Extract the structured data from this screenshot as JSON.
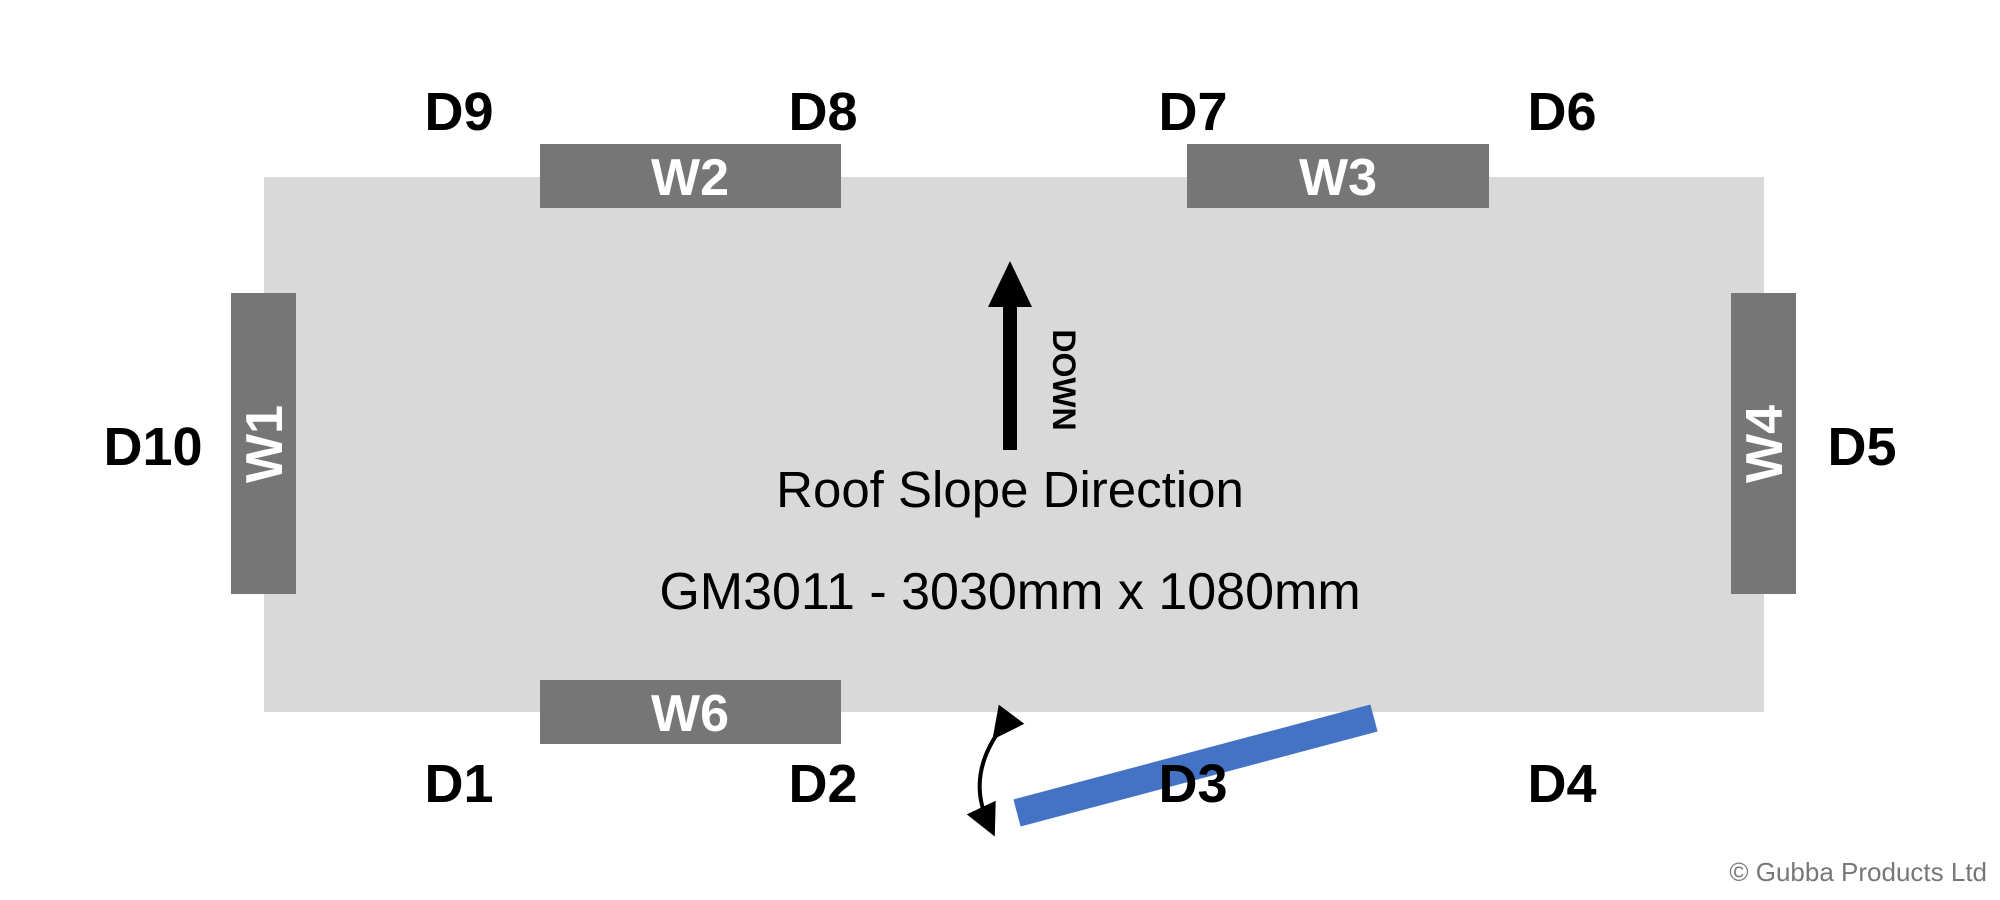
{
  "colors": {
    "roof": "#d9d9d9",
    "window": "#767676",
    "door": "#4472c4",
    "text": "#000000",
    "copyright": "#777777"
  },
  "windows": {
    "w1": "W1",
    "w2": "W2",
    "w3": "W3",
    "w4": "W4",
    "w6": "W6"
  },
  "doors": {
    "d1": "D1",
    "d2": "D2",
    "d3": "D3",
    "d4": "D4",
    "d5": "D5",
    "d6": "D6",
    "d7": "D7",
    "d8": "D8",
    "d9": "D9",
    "d10": "D10"
  },
  "slope": {
    "arrow_label": "DOWN",
    "caption": "Roof Slope Direction"
  },
  "model": "GM3011 - 3030mm x 1080mm",
  "copyright": "© Gubba Products Ltd"
}
